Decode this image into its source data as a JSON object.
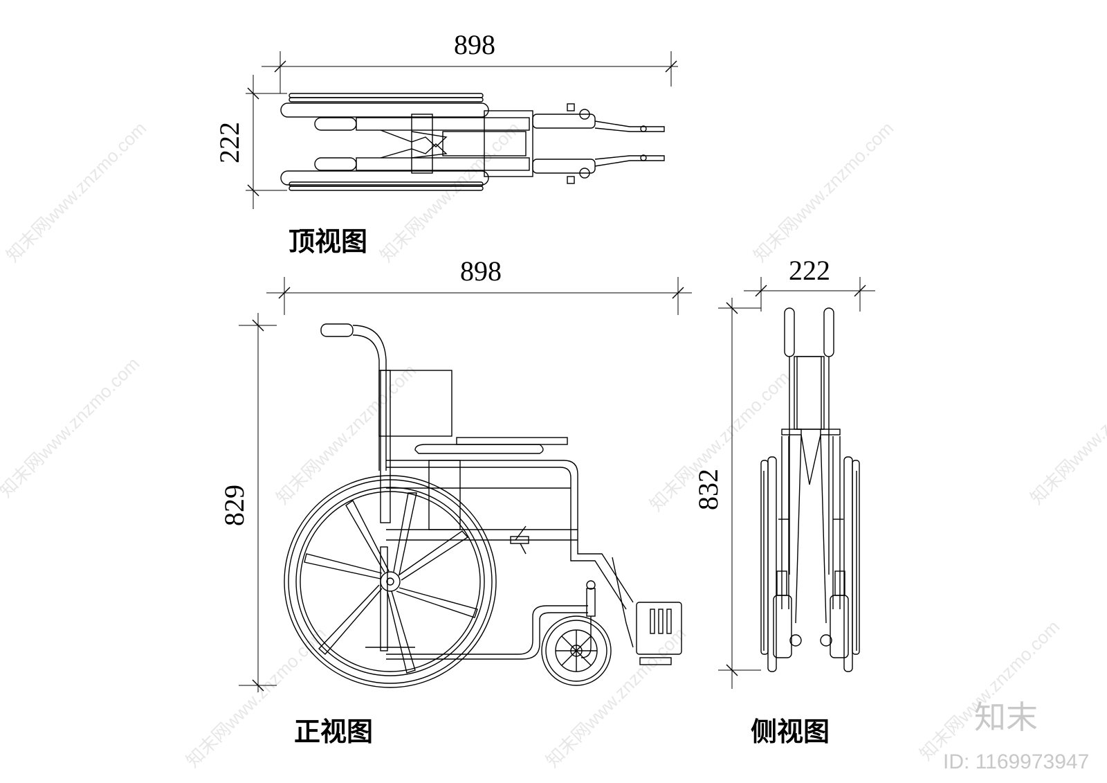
{
  "top_view": {
    "title": "顶视图",
    "width_dim": "898",
    "height_dim": "222"
  },
  "front_view": {
    "title": "正视图",
    "width_dim": "898",
    "height_dim": "829"
  },
  "side_view": {
    "title": "侧视图",
    "width_dim": "222",
    "height_dim": "832"
  },
  "watermark": {
    "repeat_text": "知末网www.znzmo.com",
    "brand": "知末",
    "id": "ID: 1169973947"
  }
}
